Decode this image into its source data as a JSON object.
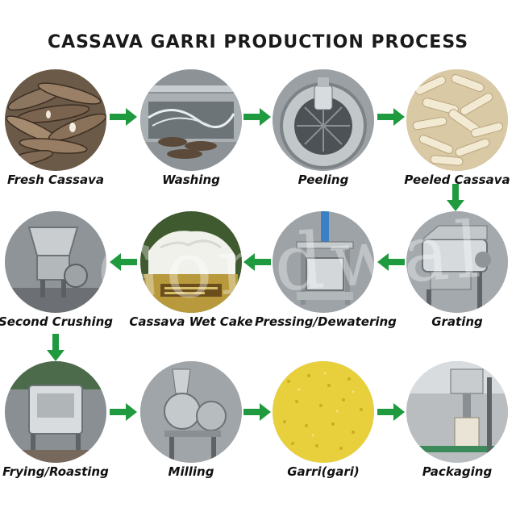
{
  "title": "CASSAVA GARRI PRODUCTION PROCESS",
  "watermark": "Gondwal",
  "colors": {
    "arrow": "#1f9a3f",
    "text": "#111111",
    "background": "#ffffff"
  },
  "steps": [
    {
      "label": "Fresh Cassava",
      "image": "fresh-cassava-roots"
    },
    {
      "label": "Washing",
      "image": "washing-machine"
    },
    {
      "label": "Peeling",
      "image": "peeling-machine"
    },
    {
      "label": "Peeled Cassava",
      "image": "peeled-cassava-pile"
    },
    {
      "label": "Grating",
      "image": "grating-machine"
    },
    {
      "label": "Pressing/Dewatering",
      "image": "pressing-machine"
    },
    {
      "label": "Cassava Wet Cake",
      "image": "wet-cake-sack"
    },
    {
      "label": "Second Crushing",
      "image": "crushing-machine"
    },
    {
      "label": "Frying/Roasting",
      "image": "frying-machine"
    },
    {
      "label": "Milling",
      "image": "milling-machine"
    },
    {
      "label": "Garri(gari)",
      "image": "garri-granules"
    },
    {
      "label": "Packaging",
      "image": "packaging-machine"
    }
  ]
}
